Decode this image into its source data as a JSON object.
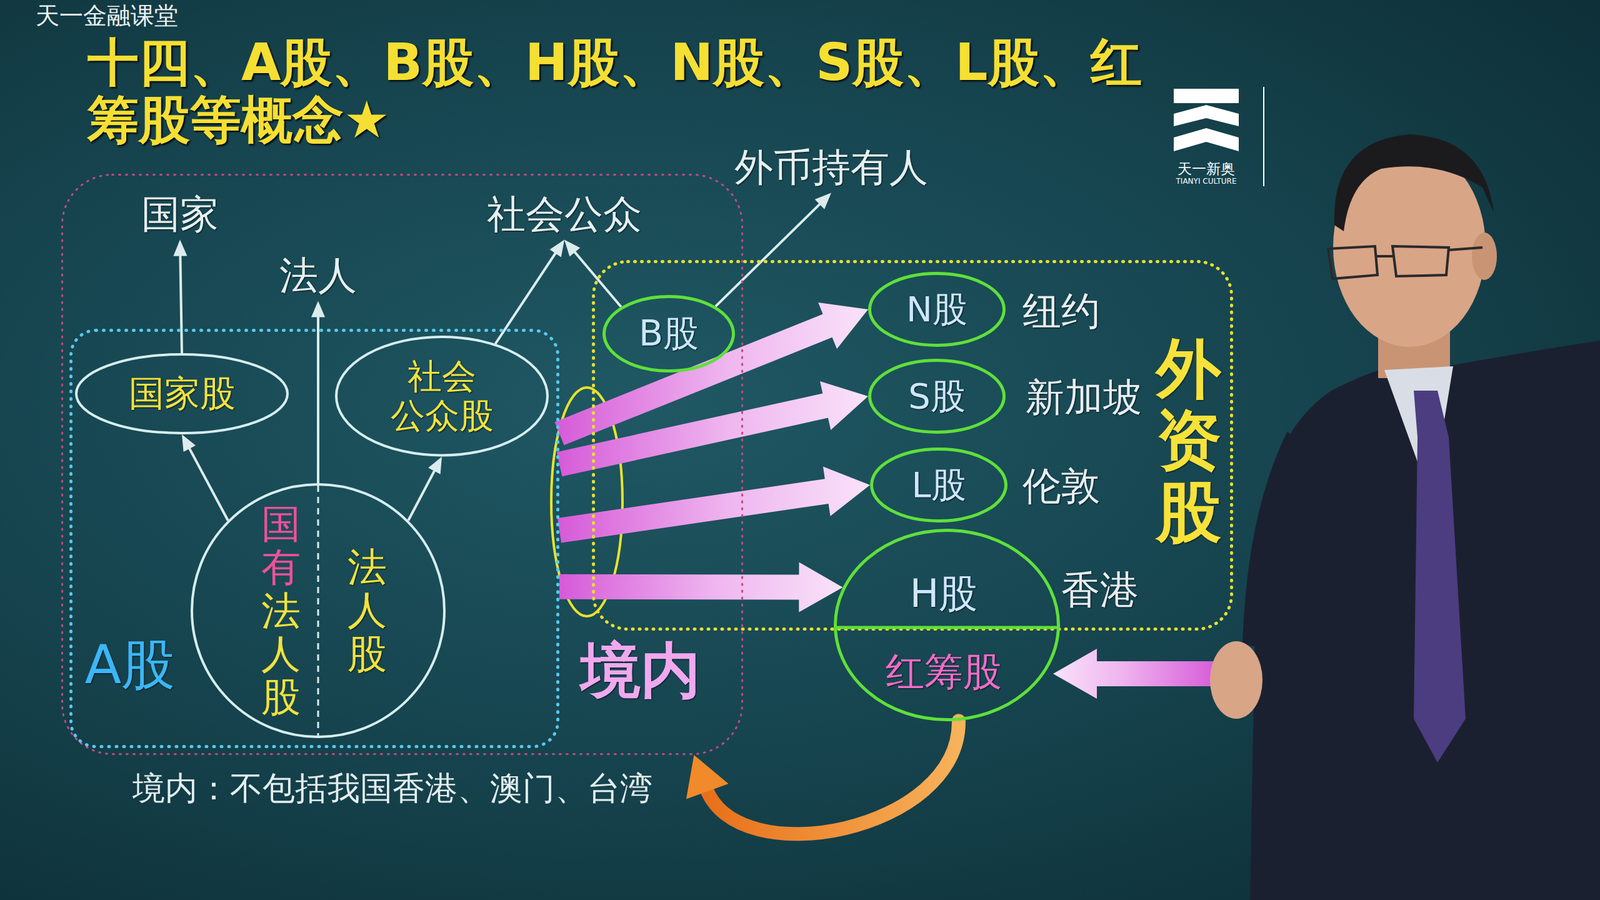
{
  "diagram": {
    "title": "十四、A股、B股、H股、N股、S股、L股、红筹股等概念★",
    "nodes": [
      {
        "text": [
          "境内"
        ]
      },
      {
        "text": [
          "A股"
        ],
        "in": 0
      },
      {
        "text": [
          "国家股"
        ],
        "in": 1
      },
      {
        "text": [
          "社会 公众股"
        ],
        "in": 1
      },
      {
        "text": [
          "国有法人股",
          "法人股"
        ],
        "in": 1
      },
      {
        "text": [
          "国家"
        ],
        "in": 0
      },
      {
        "text": [
          "法人"
        ],
        "in": 0
      },
      {
        "text": [
          "社会公众"
        ],
        "in": 0
      },
      {
        "text": [
          "外资股"
        ]
      },
      {
        "text": [
          "B股"
        ],
        "in": 8
      },
      {
        "text": [
          "外币持有人"
        ]
      },
      {
        "text": [
          "N股",
          "纽约"
        ],
        "in": 8
      },
      {
        "text": [
          "S股",
          "新加坡"
        ],
        "in": 8
      },
      {
        "text": [
          "L股",
          "伦敦"
        ],
        "in": 8
      },
      {
        "text": [
          "H股",
          "香港",
          "红筹股"
        ]
      }
    ],
    "edges": [
      {
        "from": 4,
        "to": 2,
        "arrow": "to"
      },
      {
        "from": 4,
        "to": 3,
        "arrow": "to"
      },
      {
        "from": 4,
        "to": 6,
        "arrow": "to"
      },
      {
        "from": 2,
        "to": 5,
        "arrow": "to"
      },
      {
        "from": 3,
        "to": 7,
        "arrow": "to"
      },
      {
        "from": 9,
        "to": 7,
        "arrow": "to"
      },
      {
        "from": 9,
        "to": 10,
        "arrow": "to"
      },
      {
        "from": 1,
        "to": 11,
        "arrow": "to"
      },
      {
        "from": 1,
        "to": 12,
        "arrow": "to"
      },
      {
        "from": 1,
        "to": 13,
        "arrow": "to"
      },
      {
        "from": 1,
        "to": 14,
        "arrow": "to"
      },
      {
        "from": 14,
        "to": 0,
        "arrow": "to"
      }
    ],
    "labels": [
      "境内：不包括我国香港、澳门、台湾",
      "天一金融课堂",
      "天一新奥",
      "TIANYI CULTURE"
    ]
  }
}
